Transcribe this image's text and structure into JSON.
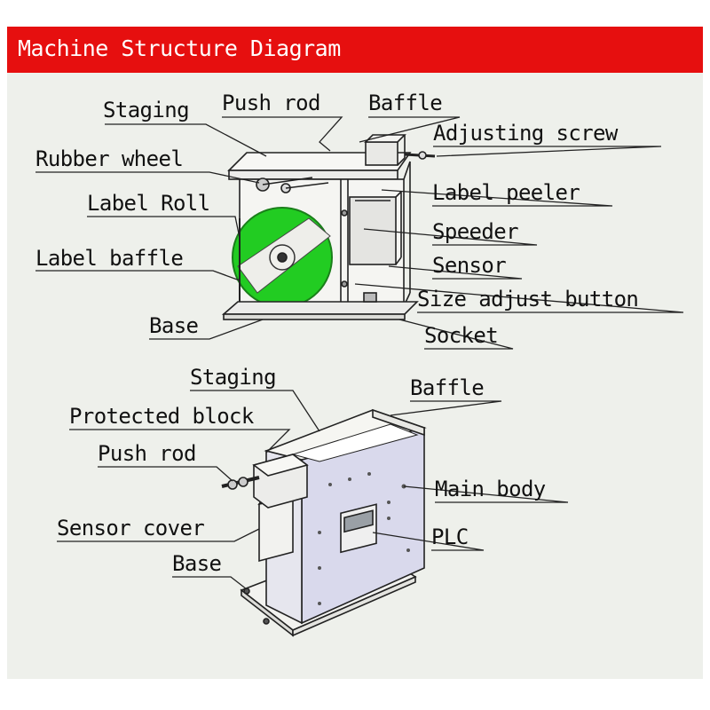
{
  "title": "Machine Structure Diagram",
  "colors": {
    "header_bg": "#e60f0f",
    "panel_bg": "#eef0eb",
    "roll_green": "#22cc22",
    "body_purple": "#d9d9ec",
    "line": "#222222"
  },
  "top_diagram": {
    "labels": {
      "staging": "Staging",
      "push_rod": "Push rod",
      "baffle": "Baffle",
      "adjusting_screw": "Adjusting screw",
      "rubber_wheel": "Rubber wheel",
      "label_peeler": "Label peeler",
      "label_roll": "Label Roll",
      "speeder": "Speeder",
      "label_baffle": "Label baffle",
      "sensor": "Sensor",
      "size_adjust_button": "Size adjust button",
      "base": "Base",
      "socket": "Socket"
    }
  },
  "bottom_diagram": {
    "labels": {
      "staging": "Staging",
      "baffle": "Baffle",
      "protected_block": "Protected block",
      "push_rod": "Push rod",
      "main_body": "Main body",
      "sensor_cover": "Sensor cover",
      "plc": "PLC",
      "base": "Base"
    }
  }
}
